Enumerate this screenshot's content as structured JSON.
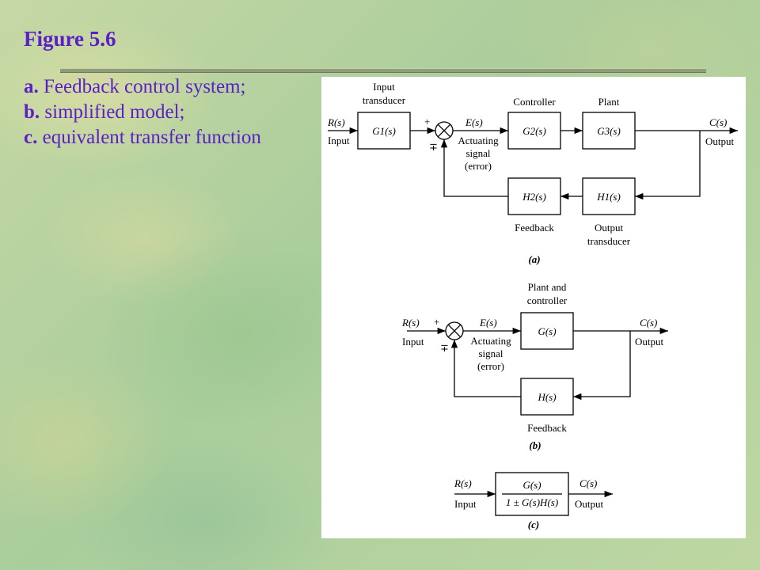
{
  "slide": {
    "title": "Figure 5.6",
    "items": [
      {
        "letter": "a.",
        "text": " Feedback control system;"
      },
      {
        "letter": "b.",
        "text": " simplified model;"
      },
      {
        "letter": "c.",
        "text": " equivalent transfer function"
      }
    ],
    "colors": {
      "text": "#5b1fc9",
      "background": "#b7cf9e"
    }
  },
  "figure": {
    "a": {
      "input_symbol": "R(s)",
      "input_label": "Input",
      "error_symbol": "E(s)",
      "output_symbol": "C(s)",
      "output_label": "Output",
      "plus": "+",
      "minus": "∓",
      "actuating": [
        "Actuating",
        "signal",
        "(error)"
      ],
      "input_transducer": [
        "Input",
        "transducer"
      ],
      "g1": "G1(s)",
      "controller": "Controller",
      "g2": "G2(s)",
      "plant": "Plant",
      "g3": "G3(s)",
      "h2": "H2(s)",
      "h1": "H1(s)",
      "feedback": "Feedback",
      "output_transducer": [
        "Output",
        "transducer"
      ],
      "caption": "(a)"
    },
    "b": {
      "input_symbol": "R(s)",
      "input_label": "Input",
      "error_symbol": "E(s)",
      "output_symbol": "C(s)",
      "output_label": "Output",
      "plus": "+",
      "minus": "∓",
      "actuating": [
        "Actuating",
        "signal",
        "(error)"
      ],
      "plant_controller": [
        "Plant and",
        "controller"
      ],
      "g": "G(s)",
      "h": "H(s)",
      "feedback": "Feedback",
      "caption": "(b)"
    },
    "c": {
      "input_symbol": "R(s)",
      "input_label": "Input",
      "numerator": "G(s)",
      "denominator": "1 ± G(s)H(s)",
      "output_symbol": "C(s)",
      "output_label": "Output",
      "caption": "(c)"
    }
  }
}
